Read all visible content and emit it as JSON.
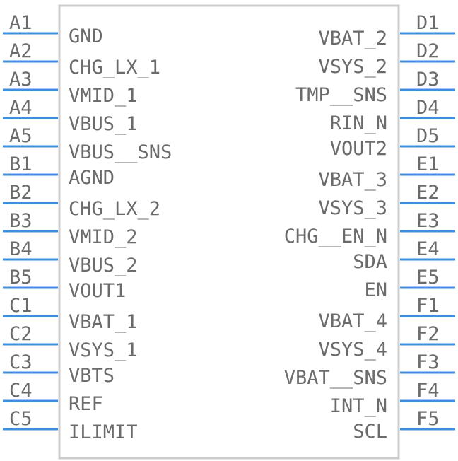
{
  "component": {
    "colors": {
      "pin": "#3f8fe0",
      "text": "#6b6b6b",
      "outline": "#cccccc"
    },
    "left_pins": [
      {
        "number": "A1",
        "name": "GND"
      },
      {
        "number": "A2",
        "name": "CHG_LX_1"
      },
      {
        "number": "A3",
        "name": "VMID_1"
      },
      {
        "number": "A4",
        "name": "VBUS_1"
      },
      {
        "number": "A5",
        "name": "VBUS__SNS"
      },
      {
        "number": "B1",
        "name": "AGND"
      },
      {
        "number": "B2",
        "name": "CHG_LX_2"
      },
      {
        "number": "B3",
        "name": "VMID_2"
      },
      {
        "number": "B4",
        "name": "VBUS_2"
      },
      {
        "number": "B5",
        "name": "VOUT1"
      },
      {
        "number": "C1",
        "name": "VBAT_1"
      },
      {
        "number": "C2",
        "name": "VSYS_1"
      },
      {
        "number": "C3",
        "name": "VBTS"
      },
      {
        "number": "C4",
        "name": "REF"
      },
      {
        "number": "C5",
        "name": "ILIMIT"
      }
    ],
    "right_pins": [
      {
        "number": "D1",
        "name": "VBAT_2"
      },
      {
        "number": "D2",
        "name": "VSYS_2"
      },
      {
        "number": "D3",
        "name": "TMP__SNS"
      },
      {
        "number": "D4",
        "name": "RIN_N"
      },
      {
        "number": "D5",
        "name": "VOUT2"
      },
      {
        "number": "E1",
        "name": "VBAT_3"
      },
      {
        "number": "E2",
        "name": "VSYS_3"
      },
      {
        "number": "E3",
        "name": "CHG__EN_N"
      },
      {
        "number": "E4",
        "name": "SDA"
      },
      {
        "number": "E5",
        "name": "EN"
      },
      {
        "number": "F1",
        "name": "VBAT_4"
      },
      {
        "number": "F2",
        "name": "VSYS_4"
      },
      {
        "number": "F3",
        "name": "VBAT__SNS"
      },
      {
        "number": "F4",
        "name": "INT_N"
      },
      {
        "number": "F5",
        "name": "SCL"
      }
    ]
  }
}
